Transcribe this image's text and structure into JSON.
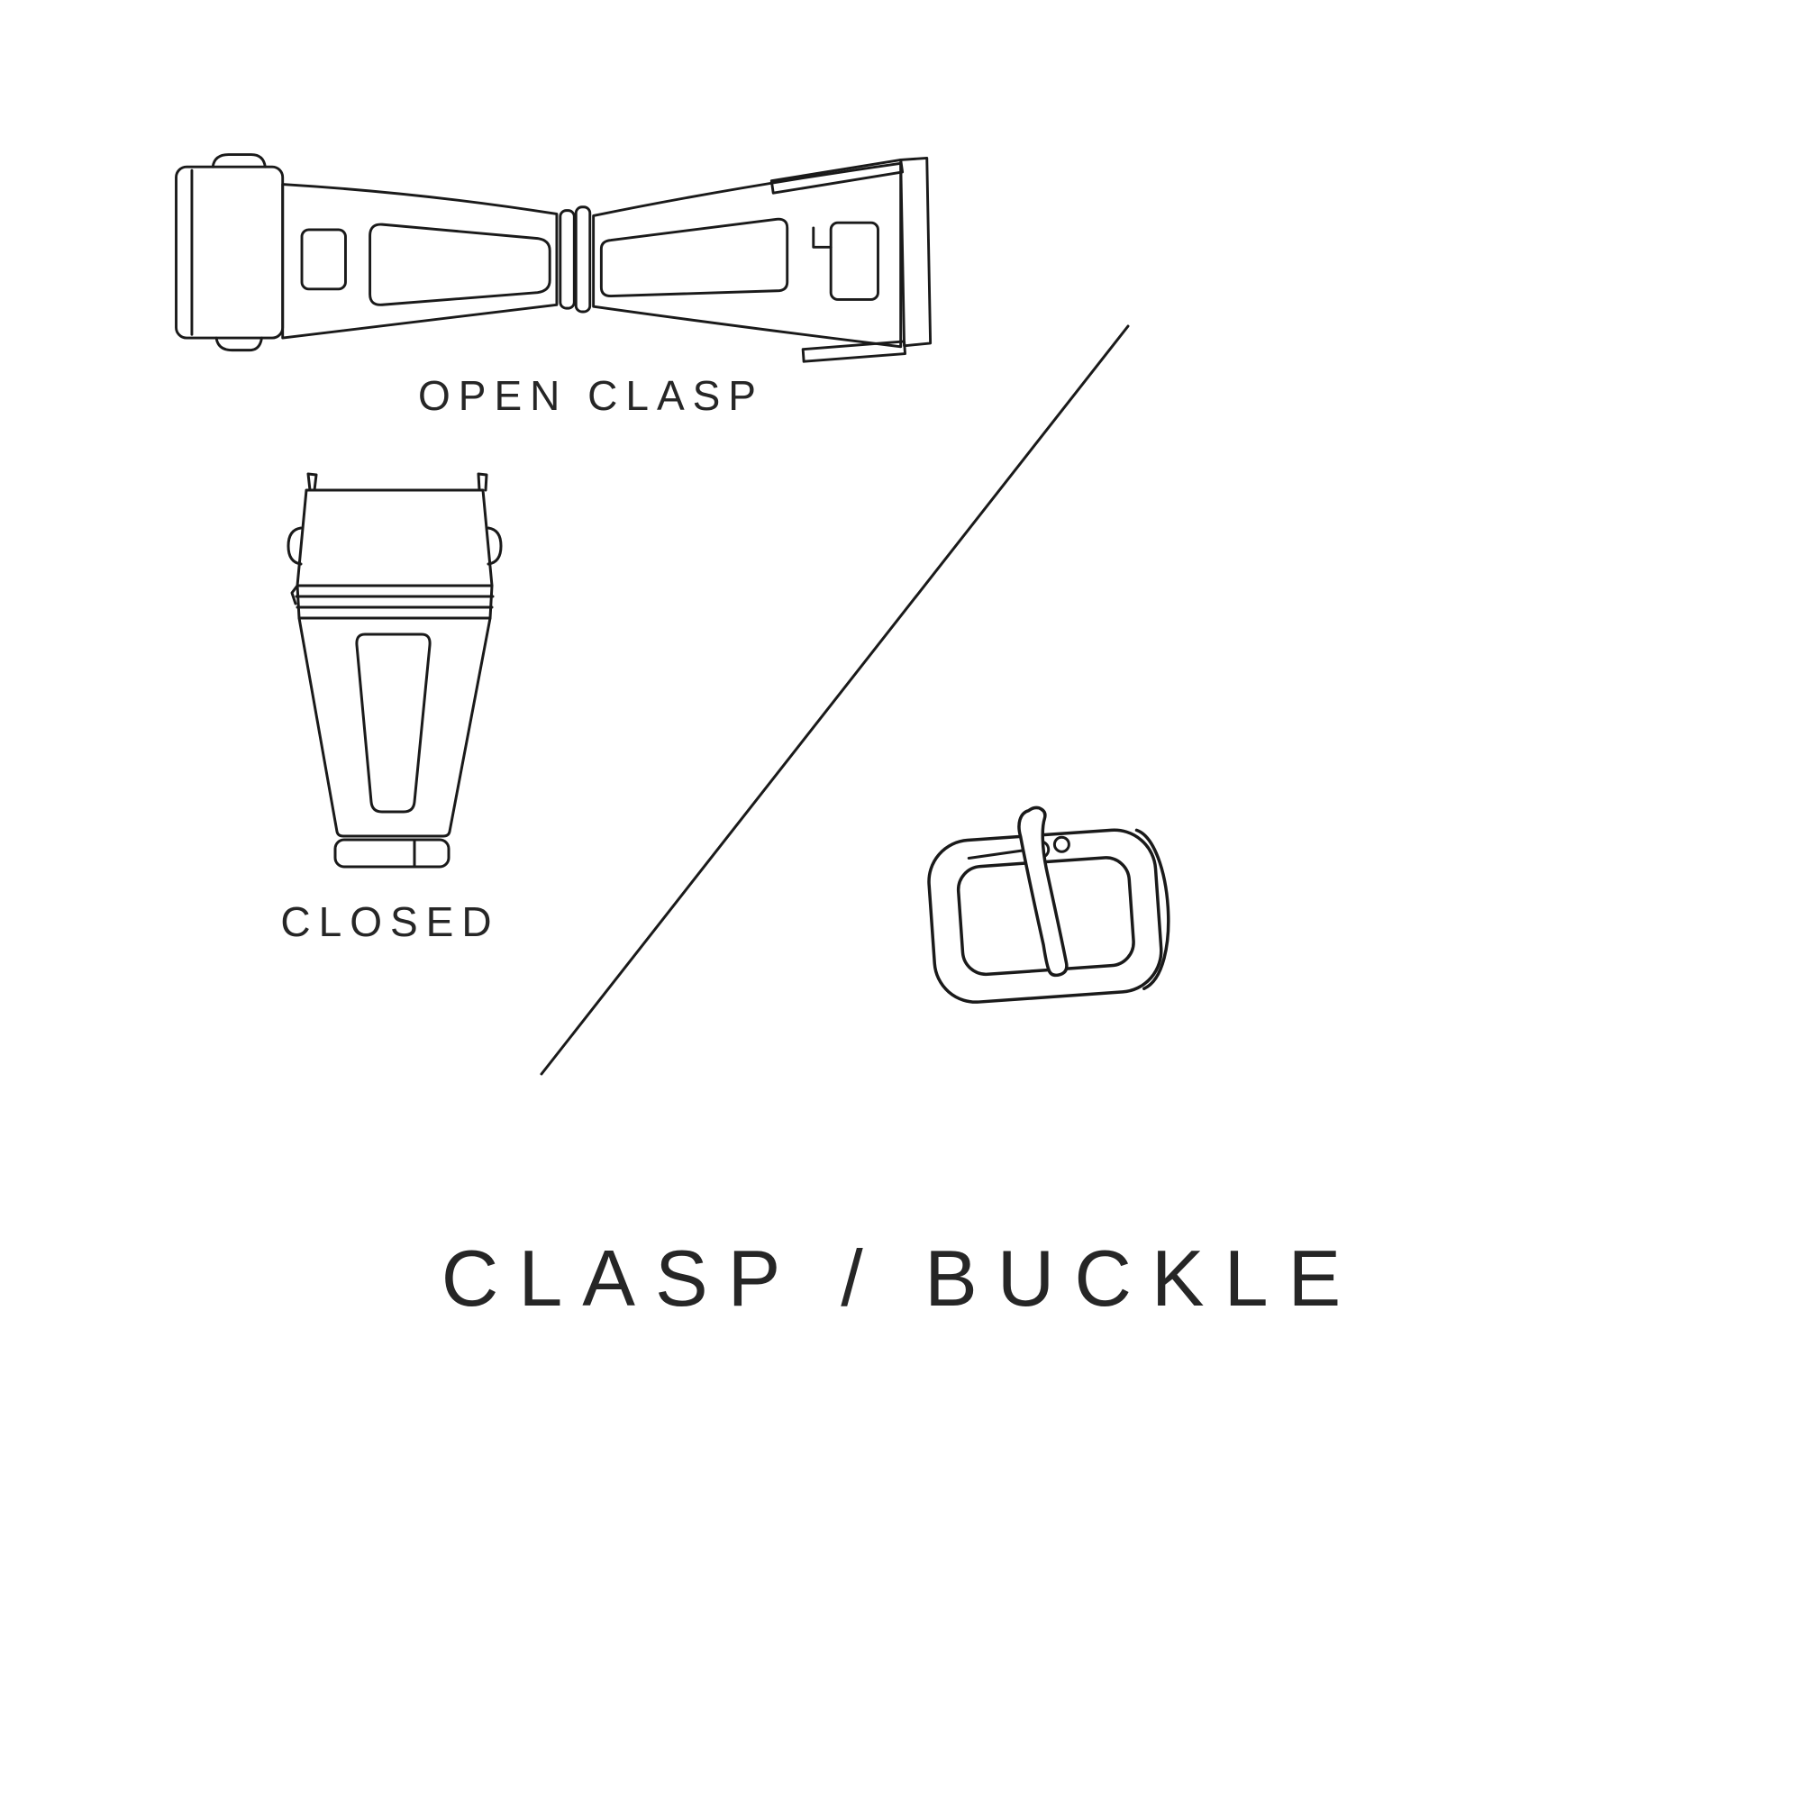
{
  "title": "CLASP / BUCKLE",
  "labels": {
    "open_clasp": "OPEN CLASP",
    "closed": "CLOSED"
  },
  "icons": [
    {
      "name": "open-clasp-illustration",
      "meaning": "watch deployant clasp shown open, top view line drawing"
    },
    {
      "name": "closed-clasp-illustration",
      "meaning": "watch clasp shown closed, top view line drawing"
    },
    {
      "name": "tang-buckle-illustration",
      "meaning": "pin tang buckle with prong, three-quarter view line drawing"
    },
    {
      "name": "divider-line",
      "meaning": "diagonal separator between clasp and buckle illustrations"
    }
  ],
  "colors": {
    "background": "#ffffff",
    "line": "#1a1a1a",
    "text": "#262626"
  }
}
